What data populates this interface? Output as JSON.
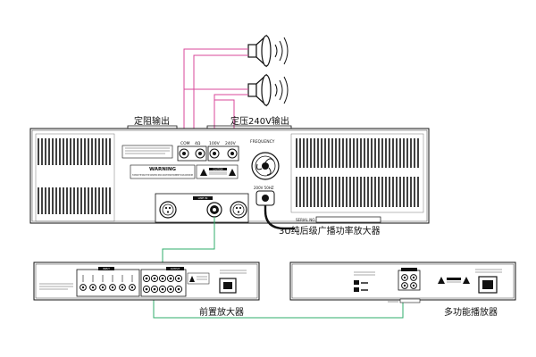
{
  "labels": {
    "constant_impedance_output": "定阻输出",
    "constant_voltage_output": "定压240V输出",
    "power_amplifier": "3U纯后级广播功率放大器",
    "preamplifier": "前置放大器",
    "multifunction_player": "多功能播放器"
  },
  "terminals": {
    "com": "COM",
    "four_ohm": "4Ω",
    "one_hundred_v": "100V",
    "two_forty_v": "240V",
    "frequency": "FREQUENCY"
  },
  "plates": {
    "warning_title": "WARNING",
    "warning_text": "TO REDUCE THE RISK OF FIRE OR ELECTRIC SHOCK DO NOT EXPOSE EQUIPMENT TO RAIN OR MOISTURE",
    "caution": "CAUTION",
    "line_in": "LINE IN",
    "serial_no": "SERIAL NO.",
    "power_rating": "200V 50HZ",
    "input": "INPUT",
    "output": "OUTPUT"
  },
  "colors": {
    "speaker_wire": "#d9479a",
    "signal_wire": "#2fae6b",
    "outline": "#111111"
  }
}
